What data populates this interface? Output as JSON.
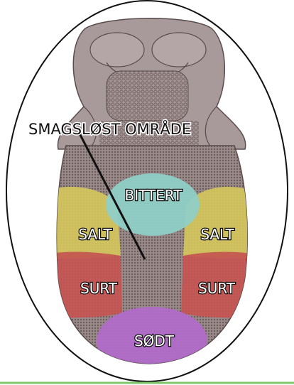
{
  "labels": {
    "tasteless_area": "SMAGSLØST OMRÅDE",
    "bitter": "BITTERT",
    "salt_left": "SALT",
    "salt_right": "SALT",
    "sour_left": "SURT",
    "sour_right": "SURT",
    "sweet": "SØDT"
  },
  "colors": {
    "tongue_base": "#9c8c8c",
    "tongue_dark": "#6f6060",
    "bitter_zone": "#8fcfc6",
    "salt_zone": "#d4c45c",
    "sour_zone": "#c65552",
    "sweet_zone": "#b06cc8",
    "outline": "#111111",
    "accent_line": "#7cc86a"
  }
}
